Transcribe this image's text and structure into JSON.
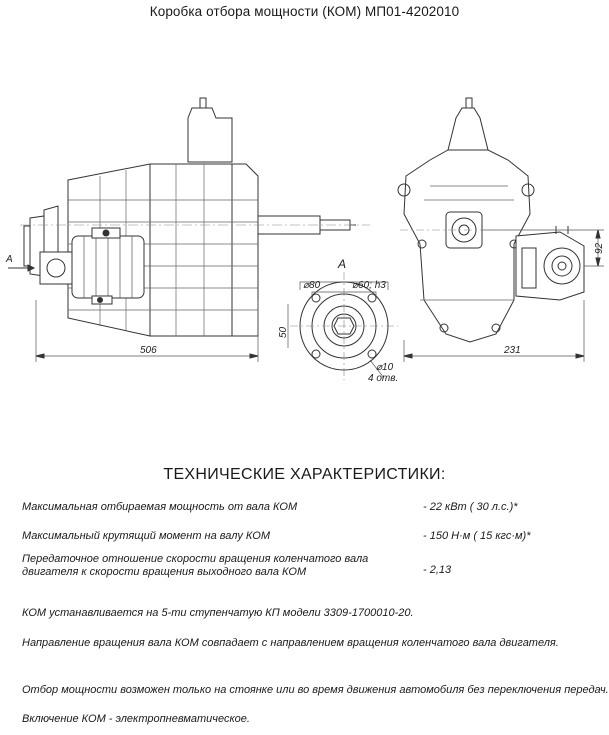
{
  "title": "Коробка отбора мощности (КОМ) МП01-4202010",
  "drawing": {
    "left_view": {
      "arrow_label": "A",
      "dim_length": "506"
    },
    "view_a": {
      "label": "A",
      "dim_d80": "⌀80",
      "dim_d60": "⌀60; h3",
      "dim_50": "50",
      "dim_d10": "⌀10",
      "dim_holes": "4 отв."
    },
    "right_view": {
      "dim_231": "231",
      "dim_92": "92"
    }
  },
  "specs_heading": "ТЕХНИЧЕСКИЕ ХАРАКТЕРИСТИКИ:",
  "specs": [
    {
      "label": "Максимальная отбираемая мощность от вала КОМ",
      "value": "-  22 кВт ( 30 л.с.)*"
    },
    {
      "label": "Максимальный крутящий момент на валу КОМ",
      "value": "-  150 Н·м ( 15 кгс·м)*"
    },
    {
      "label_line1": "Передаточное отношение скорости вращения коленчатого вала",
      "label_line2": "двигателя к скорости вращения выходного вала КОМ",
      "value": "-  2,13"
    }
  ],
  "notes": [
    "КОМ  устанавливается  на  5-ти ступенчатую КП модели  3309-1700010-20.",
    "Направление вращения вала  КОМ  совпадает с направлением вращения коленчатого вала двигателя.",
    "Отбор мощности возможен только на стоянке или во время движения автомобиля без переключения передач.",
    "Включение КОМ - электропневматическое."
  ]
}
